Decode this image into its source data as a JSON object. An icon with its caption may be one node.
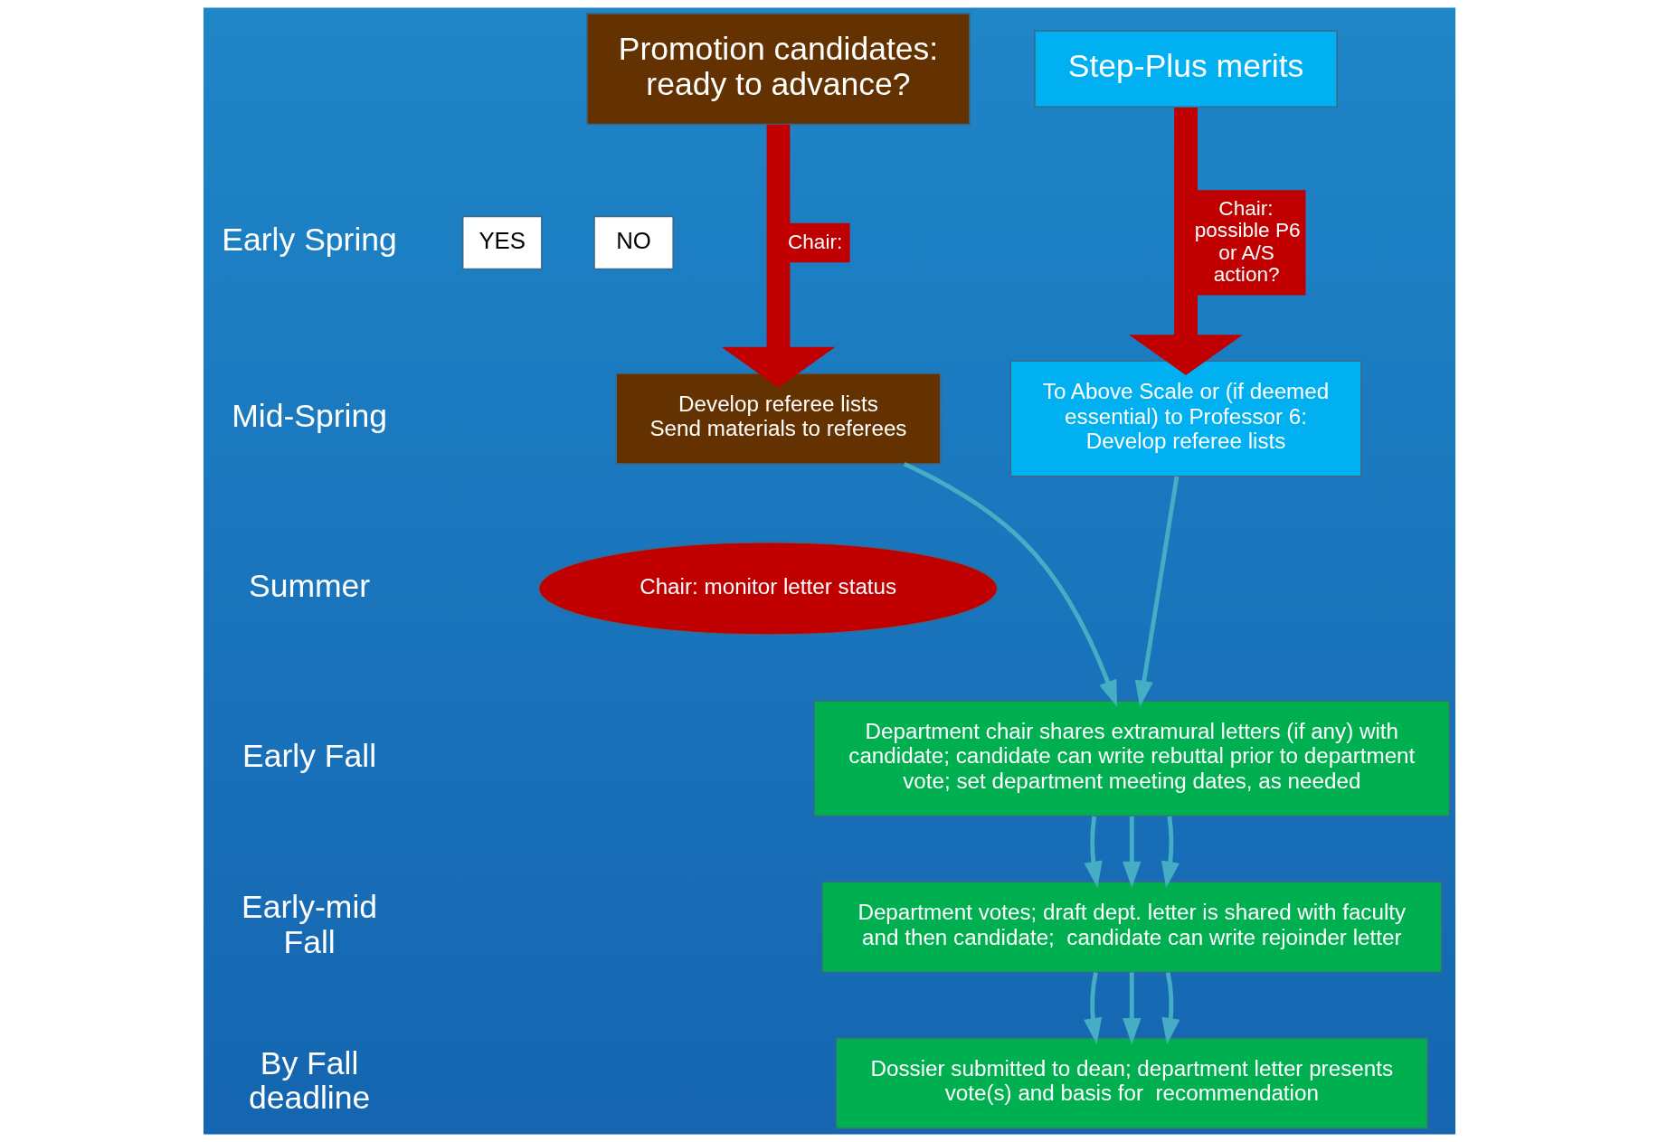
{
  "diagram": {
    "nodes": [
      {
        "text": [
          "Promotion candidates: ready to advance?"
        ]
      },
      {
        "text": [
          "Develop referee lists",
          "Send materials to referees"
        ]
      },
      {
        "text": [
          "Step-Plus merits"
        ]
      },
      {
        "text": [
          "To Above Scale or (if deemed essential) to Professor 6: Develop referee lists"
        ]
      },
      {
        "text": [
          "Chair: monitor letter status"
        ]
      },
      {
        "text": [
          "Department chair shares extramural letters (if any) with candidate; candidate can write rebuttal prior to department vote; set department meeting dates, as needed"
        ]
      },
      {
        "text": [
          "Department votes; draft dept. letter is shared with faculty and then candidate;  candidate can write rejoinder letter"
        ]
      },
      {
        "text": [
          "Dossier submitted to dean; department letter presents vote(s) and basis for  recommendation"
        ]
      }
    ],
    "edges": [
      {
        "from": 0,
        "to": 1,
        "arrow": "to",
        "label": "Chair:",
        "style": "thick",
        "color": "#c00000"
      },
      {
        "from": 2,
        "to": 3,
        "arrow": "to",
        "label": "Chair: possible P6 or A/S action?",
        "style": "thick",
        "color": "#c00000"
      },
      {
        "from": 1,
        "to": 5,
        "arrow": "to"
      },
      {
        "from": 3,
        "to": 5,
        "arrow": "to"
      },
      {
        "from": 5,
        "to": 6,
        "arrow": "to"
      },
      {
        "from": 5,
        "to": 6,
        "arrow": "to"
      },
      {
        "from": 5,
        "to": 6,
        "arrow": "to"
      },
      {
        "from": 6,
        "to": 7,
        "arrow": "to"
      },
      {
        "from": 6,
        "to": 7,
        "arrow": "to"
      },
      {
        "from": 6,
        "to": 7,
        "arrow": "to"
      }
    ],
    "labels": [
      "Early Spring",
      "YES",
      "NO",
      "Mid-Spring",
      "Summer",
      "Early Fall",
      "Early-mid Fall",
      "By Fall deadline"
    ]
  }
}
